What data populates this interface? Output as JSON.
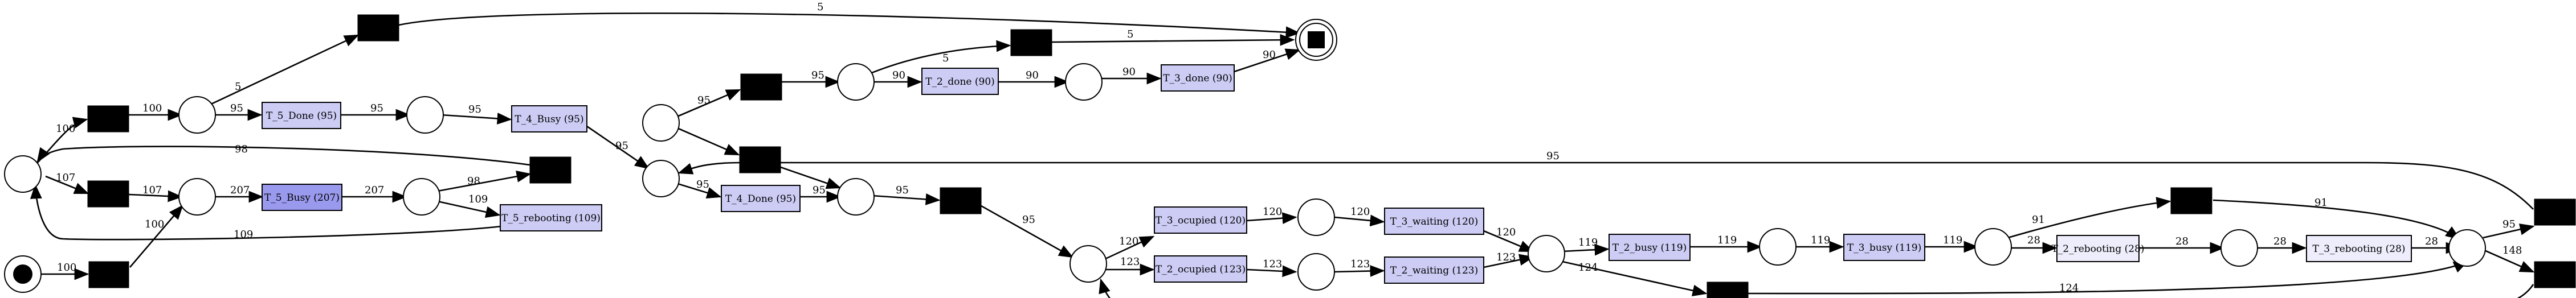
{
  "colors": {
    "transition_fill": "#CCCCF5",
    "transition_fill_busy": "#9999EE",
    "transition_fill_light": "#EDEDFB",
    "silent_fill": "#000000",
    "place_fill": "#FFFFFF"
  },
  "transitions": {
    "t5_done": "T_5_Done (95)",
    "t4_busy": "T_4_Busy (95)",
    "t5_busy": "T_5_Busy (207)",
    "t5_rebooting": "T_5_rebooting (109)",
    "t2_done": "T_2_done (90)",
    "t3_done": "T_3_done (90)",
    "t4_done": "T_4_Done (95)",
    "t3_ocupied": "T_3_ocupied (120)",
    "t2_ocupied": "T_2_ocupied (123)",
    "t3_waiting": "T_3_waiting (120)",
    "t2_waiting": "T_2_waiting (123)",
    "t2_busy": "T_2_busy (119)",
    "t3_busy": "T_3_busy (119)",
    "t2_rebooting": "T_2_rebooting (28)",
    "t3_rebooting": "T_3_rebooting (28)"
  },
  "edges": {
    "e_start_s": "100",
    "e_sA_p1": "100",
    "e_p1_sB": "107",
    "e_sB_p4": "107",
    "e_p4_t5busy": "207",
    "e_t5busy_p5": "207",
    "e_s_p4": "100",
    "e_p5_sF": "98",
    "e_p5_t5reb": "109",
    "e_t5reb_p1": "109",
    "e_sF_p1": "98",
    "e_p0_sE": "5",
    "e_sE_end": "5",
    "e_sC_p0": "100",
    "e_p0_t5done": "95",
    "e_t5done_p2": "95",
    "e_p2_t4busy": "95",
    "e_t4busy_p7": "95",
    "e_p6_sG": "95",
    "e_sG_p8": "95",
    "e_p8_sI": "5",
    "e_sI_end": "5",
    "e_p8_t2done": "90",
    "e_t2done_p9": "90",
    "e_p9_t3done": "90",
    "e_t3done_end": "90",
    "e_p7_t4done": "95",
    "e_t4done_p10": "95",
    "e_p10_sJ": "95",
    "e_sJ_p11": "95",
    "e_p11_t3ocu": "120",
    "e_t3ocu_p12": "120",
    "e_p12_t3wait": "120",
    "e_t3wait_p14": "120",
    "e_p11_t2ocu": "123",
    "e_t2ocu_p13": "123",
    "e_p13_t2wait": "123",
    "e_t2wait_p14": "123",
    "e_p14_t2busy": "119",
    "e_t2busy_p15": "119",
    "e_p15_t3busy": "119",
    "e_t3busy_p16": "119",
    "e_p14_sL": "124",
    "e_sL_p18": "124",
    "e_p16_sK": "91",
    "e_sK_p18": "91",
    "e_p16_t2reb": "28",
    "e_t2reb_p17": "28",
    "e_p17_t3reb": "28",
    "e_t3reb_p18": "28",
    "e_p18_sM": "95",
    "e_sM_p6": "95",
    "e_p18_sN": "148",
    "e_sN_p11": "148"
  }
}
